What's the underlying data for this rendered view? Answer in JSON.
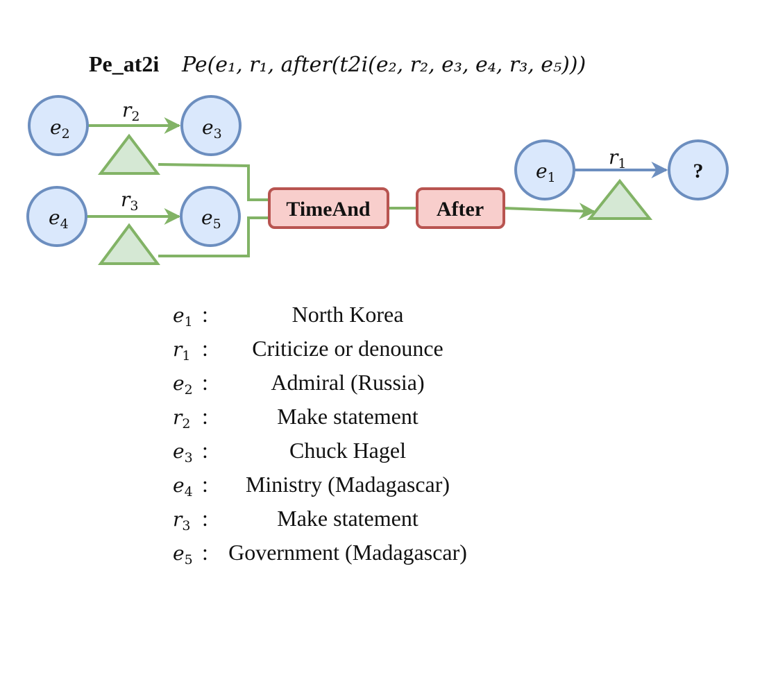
{
  "title": {
    "name": "Pe_at2i",
    "formula": "Pe(e₁, r₁, after(t2i(e₂, r₂, e₃, e₄, r₃, e₅)))"
  },
  "nodes": {
    "e1": {
      "sym": "e",
      "sub": "1"
    },
    "e2": {
      "sym": "e",
      "sub": "2"
    },
    "e3": {
      "sym": "e",
      "sub": "3"
    },
    "e4": {
      "sym": "e",
      "sub": "4"
    },
    "e5": {
      "sym": "e",
      "sub": "5"
    },
    "answer": "?"
  },
  "edges": {
    "r1": {
      "sym": "r",
      "sub": "1"
    },
    "r2": {
      "sym": "r",
      "sub": "2"
    },
    "r3": {
      "sym": "r",
      "sub": "3"
    }
  },
  "operators": {
    "timeand": "TimeAnd",
    "after": "After"
  },
  "legend": [
    {
      "sym": "e",
      "sub": "1",
      "value": "North Korea"
    },
    {
      "sym": "r",
      "sub": "1",
      "value": "Criticize or denounce"
    },
    {
      "sym": "e",
      "sub": "2",
      "value": "Admiral (Russia)"
    },
    {
      "sym": "r",
      "sub": "2",
      "value": "Make statement"
    },
    {
      "sym": "e",
      "sub": "3",
      "value": "Chuck Hagel"
    },
    {
      "sym": "e",
      "sub": "4",
      "value": "Ministry (Madagascar)"
    },
    {
      "sym": "r",
      "sub": "3",
      "value": "Make statement"
    },
    {
      "sym": "e",
      "sub": "5",
      "value": "Government (Madagascar)"
    }
  ],
  "colors": {
    "node_fill": "#dae8fc",
    "node_stroke": "#6c8ebf",
    "green_stroke": "#82b366",
    "green_fill": "#d5e8d4",
    "op_fill": "#f8cecc",
    "op_stroke": "#b85450"
  }
}
